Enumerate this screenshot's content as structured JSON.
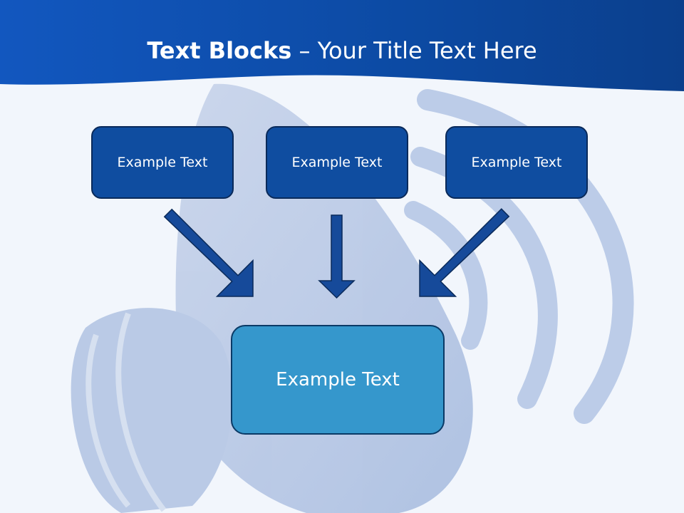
{
  "slide": {
    "title_bold": "Text Blocks",
    "title_dash": "–",
    "title_rest": "Your Title Text Here"
  },
  "blocks": [
    {
      "label": "Example Text"
    },
    {
      "label": "Example Text"
    },
    {
      "label": "Example Text"
    }
  ],
  "target": {
    "label": "Example Text"
  },
  "colors": {
    "header_blue": "#1057b8",
    "box_blue": "#0f4da0",
    "target_blue": "#3597cc",
    "arrow_blue": "#164a9a"
  },
  "background_icon": "speaker-icon"
}
